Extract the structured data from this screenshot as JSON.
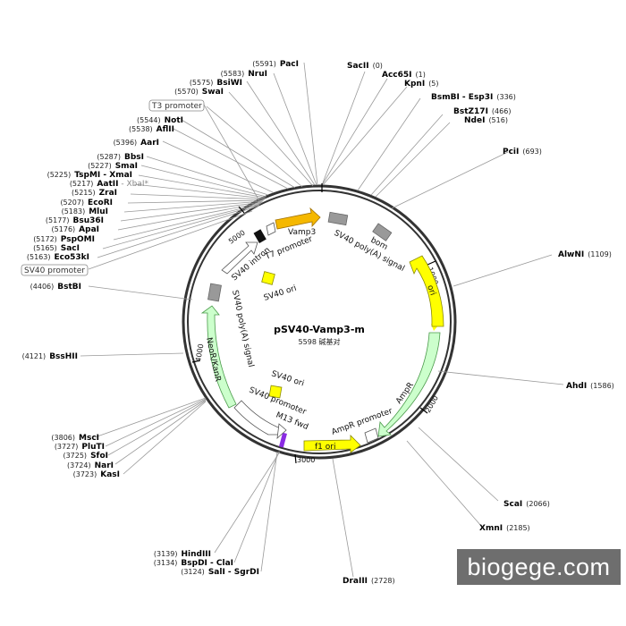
{
  "plasmid": {
    "name": "pSV40-Vamp3-m",
    "size_text": "5598 碱基对"
  },
  "ticks": [
    "1000",
    "2000",
    "3000",
    "4000",
    "5000"
  ],
  "enzymes_right": [
    {
      "name": "SacII",
      "pos": "(0)"
    },
    {
      "name": "Acc65I",
      "pos": "(1)"
    },
    {
      "name": "KpnI",
      "pos": "(5)"
    },
    {
      "name": "BsmBI - Esp3I",
      "pos": "(336)"
    },
    {
      "name": "BstZ17I",
      "pos": "(466)"
    },
    {
      "name": "NdeI",
      "pos": "(516)"
    },
    {
      "name": "PciI",
      "pos": "(693)"
    },
    {
      "name": "AlwNI",
      "pos": "(1109)"
    },
    {
      "name": "AhdI",
      "pos": "(1586)"
    },
    {
      "name": "ScaI",
      "pos": "(2066)"
    },
    {
      "name": "XmnI",
      "pos": "(2185)"
    },
    {
      "name": "DraIII",
      "pos": "(2728)"
    }
  ],
  "enzymes_left": [
    {
      "name": "PacI",
      "pos": "(5591)"
    },
    {
      "name": "NruI",
      "pos": "(5583)"
    },
    {
      "name": "BsiWI",
      "pos": "(5575)"
    },
    {
      "name": "SwaI",
      "pos": "(5570)"
    },
    {
      "name": "NotI",
      "pos": "(5544)"
    },
    {
      "name": "AflII",
      "pos": "(5538)"
    },
    {
      "name": "AarI",
      "pos": "(5396)"
    },
    {
      "name": "BbsI",
      "pos": "(5287)"
    },
    {
      "name": "SmaI",
      "pos": "(5227)"
    },
    {
      "name": "TspMI - XmaI",
      "pos": "(5225)"
    },
    {
      "name": "AatII",
      "pos": "(5217)",
      "extra": " - XbaI*"
    },
    {
      "name": "ZraI",
      "pos": "(5215)"
    },
    {
      "name": "EcoRI",
      "pos": "(5207)"
    },
    {
      "name": "MluI",
      "pos": "(5183)"
    },
    {
      "name": "Bsu36I",
      "pos": "(5177)"
    },
    {
      "name": "ApaI",
      "pos": "(5176)"
    },
    {
      "name": "PspOMI",
      "pos": "(5172)"
    },
    {
      "name": "SacI",
      "pos": "(5165)"
    },
    {
      "name": "Eco53kI",
      "pos": "(5163)"
    },
    {
      "name": "BstBI",
      "pos": "(4406)"
    },
    {
      "name": "BssHII",
      "pos": "(4121)"
    },
    {
      "name": "MscI",
      "pos": "(3806)"
    },
    {
      "name": "PluTI",
      "pos": "(3727)"
    },
    {
      "name": "SfoI",
      "pos": "(3725)"
    },
    {
      "name": "NarI",
      "pos": "(3724)"
    },
    {
      "name": "KasI",
      "pos": "(3723)"
    },
    {
      "name": "HindIII",
      "pos": "(3139)"
    },
    {
      "name": "BspDI - ClaI",
      "pos": "(3134)"
    },
    {
      "name": "SalI - SgrDI",
      "pos": "(3124)"
    }
  ],
  "boxed_features": [
    "T3 promoter",
    "SV40 promoter"
  ],
  "features": {
    "vamp3": "Vamp3",
    "t7": "T7 promoter",
    "sv40_intron": "SV40 intron",
    "sv40_polya_top": "SV40 poly(A) signal",
    "bom": "bom",
    "ori": "ori",
    "sv40_ori_top": "SV40 ori",
    "sv40_polya_left": "SV40 poly(A) signal",
    "neor": "NeoR/KanR",
    "sv40_ori_bottom": "SV40 ori",
    "sv40_promoter_bottom": "SV40 promoter",
    "m13": "M13 fwd",
    "f1ori": "f1 ori",
    "ampr_promoter": "AmpR promoter",
    "ampr": "AmpR"
  },
  "colors": {
    "backbone": "#333333",
    "ori": "#ffff00",
    "vamp3": "#f5b800",
    "neo_amp": "#ccffcc",
    "polya": "#999999",
    "m13": "#8a2be2",
    "promoter": "#ffffff"
  },
  "watermark": "biogege.com"
}
